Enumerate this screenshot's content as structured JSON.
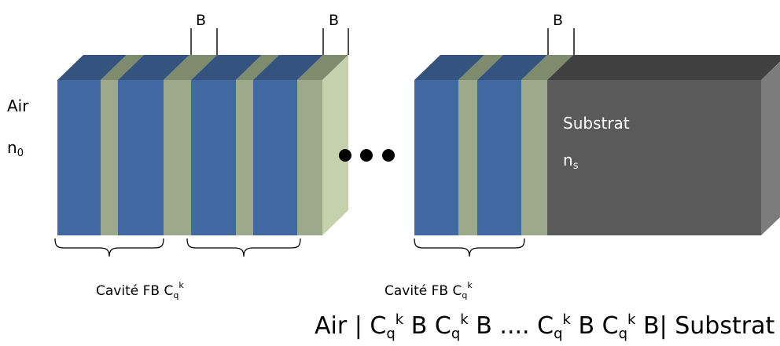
{
  "labels": {
    "air": "Air",
    "n0_base": "n",
    "n0_sub": "0",
    "b_marker": "B",
    "substrat": "Substrat",
    "ns_base": "n",
    "ns_sub": "s",
    "ellipsis": "•••"
  },
  "cavity_label": {
    "text": "Cavité FB C",
    "sub": "q",
    "sup": "k"
  },
  "formula": {
    "start": "Air |",
    "c": "C",
    "q": "q",
    "k": "k",
    "b": "B",
    "dots": "....",
    "end": "| Substrat"
  },
  "colors": {
    "cavity_layer": "#4169a1",
    "cavity_layer_top": "#34547f",
    "spacer_layer": "#9ca98a",
    "spacer_layer_top": "#7e8b6d",
    "end_face": "#c5d1ad",
    "substrate_front": "#5a5a5a",
    "substrate_top": "#404040",
    "substrate_side": "#7c7c7c",
    "text": "#000000",
    "substrate_text": "#ffffff"
  }
}
